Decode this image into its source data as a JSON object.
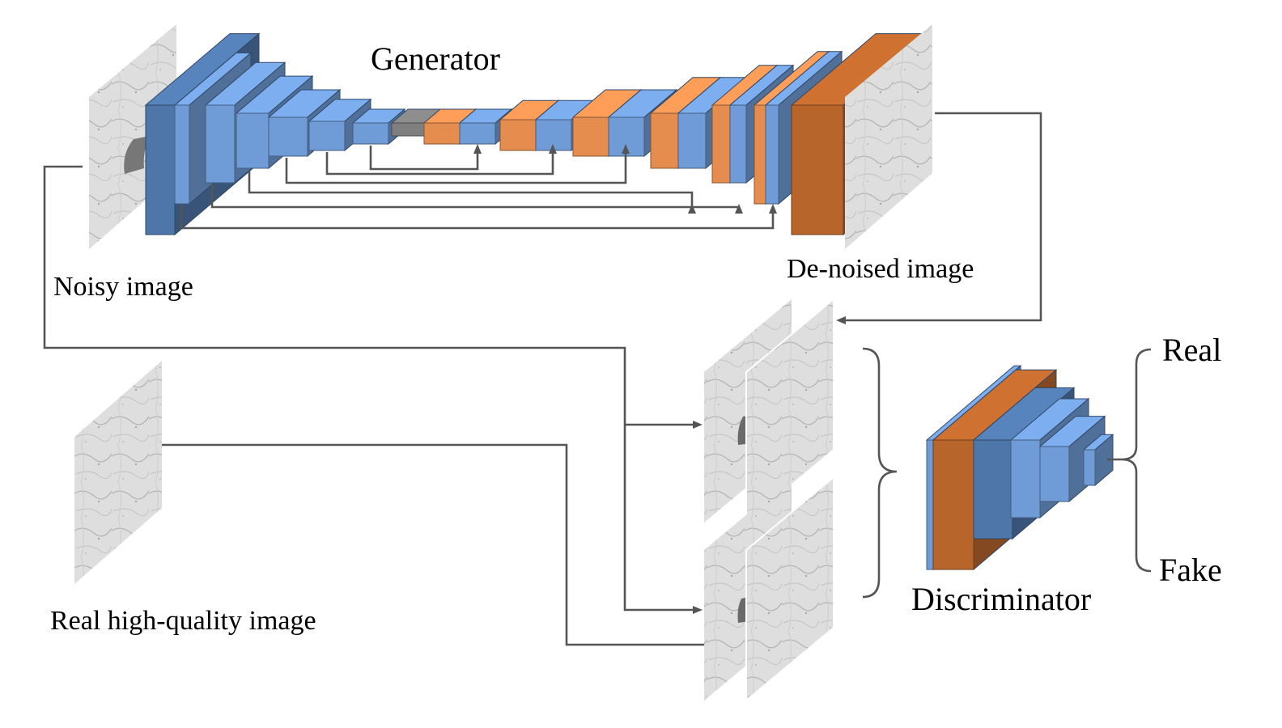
{
  "labels": {
    "generator": "Generator",
    "noisy_image": "Noisy image",
    "denoised_image": "De-noised image",
    "real_hq_image": "Real high-quality image",
    "discriminator": "Discriminator",
    "real": "Real",
    "fake": "Fake"
  },
  "colors": {
    "encoder_block": "#6f9bd6",
    "encoder_block_dark": "#4e76a8",
    "decoder_block": "#e48d4f",
    "decoder_block_dark": "#b8652c",
    "bottleneck": "#7f7f7f",
    "connector": "#555555"
  }
}
